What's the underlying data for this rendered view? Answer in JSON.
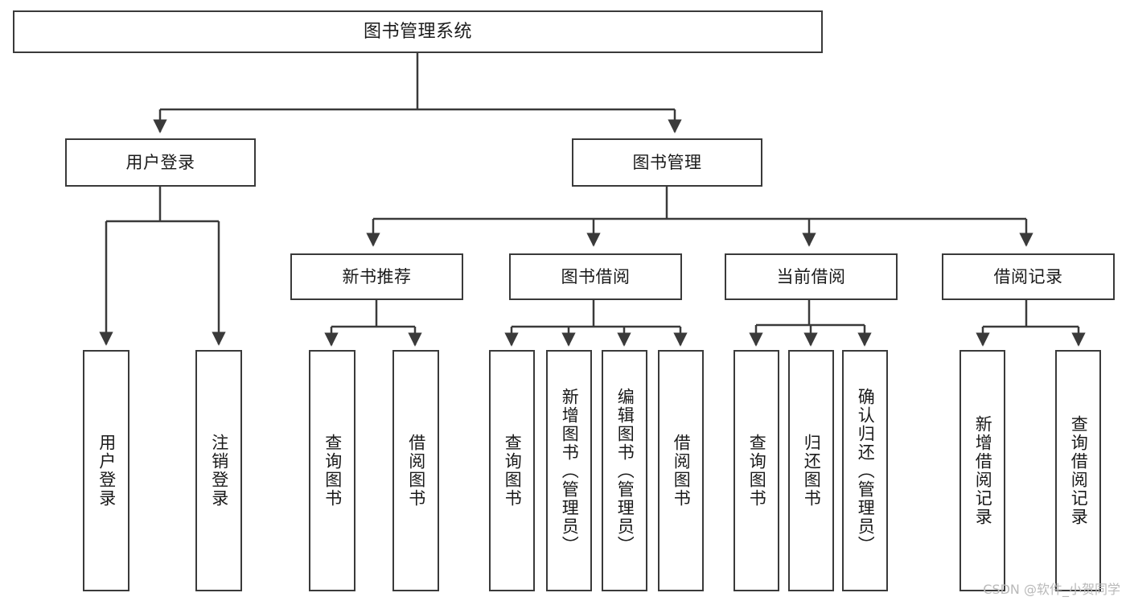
{
  "diagram": {
    "title": "图书管理系统",
    "watermark": "CSDN @软件_小贺同学",
    "colors": {
      "stroke": "#3a3a3a",
      "fill": "#ffffff",
      "text": "#1a1a1a",
      "watermark": "#b9b9b9"
    },
    "nodes": {
      "root": {
        "label": "图书管理系统",
        "level": 1
      },
      "user_login": {
        "label": "用户登录",
        "level": 2
      },
      "book_mgmt": {
        "label": "图书管理",
        "level": 2
      },
      "new_book_rec": {
        "label": "新书推荐",
        "level": 3
      },
      "book_borrow": {
        "label": "图书借阅",
        "level": 3
      },
      "current_borrow": {
        "label": "当前借阅",
        "level": 3
      },
      "borrow_record": {
        "label": "借阅记录",
        "level": 3
      },
      "leaf_user_login": {
        "label": "用户登录",
        "level": 4
      },
      "leaf_logout": {
        "label": "注销登录",
        "level": 4
      },
      "leaf_query_book_1": {
        "label": "查询图书",
        "level": 4
      },
      "leaf_borrow_book_1": {
        "label": "借阅图书",
        "level": 4
      },
      "leaf_query_book_2": {
        "label": "查询图书",
        "level": 4
      },
      "leaf_add_book": {
        "label": "新增图书（管理员）",
        "level": 4
      },
      "leaf_edit_book": {
        "label": "编辑图书（管理员）",
        "level": 4
      },
      "leaf_borrow_book_2": {
        "label": "借阅图书",
        "level": 4
      },
      "leaf_query_book_3": {
        "label": "查询图书",
        "level": 4
      },
      "leaf_return_book": {
        "label": "归还图书",
        "level": 4
      },
      "leaf_confirm_return": {
        "label": "确认归还（管理员）",
        "level": 4
      },
      "leaf_add_record": {
        "label": "新增借阅记录",
        "level": 4
      },
      "leaf_query_record": {
        "label": "查询借阅记录",
        "level": 4
      }
    },
    "edges": [
      {
        "from": "root",
        "to": "user_login"
      },
      {
        "from": "root",
        "to": "book_mgmt"
      },
      {
        "from": "user_login",
        "to": "leaf_user_login"
      },
      {
        "from": "user_login",
        "to": "leaf_logout"
      },
      {
        "from": "book_mgmt",
        "to": "new_book_rec"
      },
      {
        "from": "book_mgmt",
        "to": "book_borrow"
      },
      {
        "from": "book_mgmt",
        "to": "current_borrow"
      },
      {
        "from": "book_mgmt",
        "to": "borrow_record"
      },
      {
        "from": "new_book_rec",
        "to": "leaf_query_book_1"
      },
      {
        "from": "new_book_rec",
        "to": "leaf_borrow_book_1"
      },
      {
        "from": "book_borrow",
        "to": "leaf_query_book_2"
      },
      {
        "from": "book_borrow",
        "to": "leaf_add_book"
      },
      {
        "from": "book_borrow",
        "to": "leaf_edit_book"
      },
      {
        "from": "book_borrow",
        "to": "leaf_borrow_book_2"
      },
      {
        "from": "current_borrow",
        "to": "leaf_query_book_3"
      },
      {
        "from": "current_borrow",
        "to": "leaf_return_book"
      },
      {
        "from": "current_borrow",
        "to": "leaf_confirm_return"
      },
      {
        "from": "borrow_record",
        "to": "leaf_add_record"
      },
      {
        "from": "borrow_record",
        "to": "leaf_query_record"
      }
    ]
  }
}
